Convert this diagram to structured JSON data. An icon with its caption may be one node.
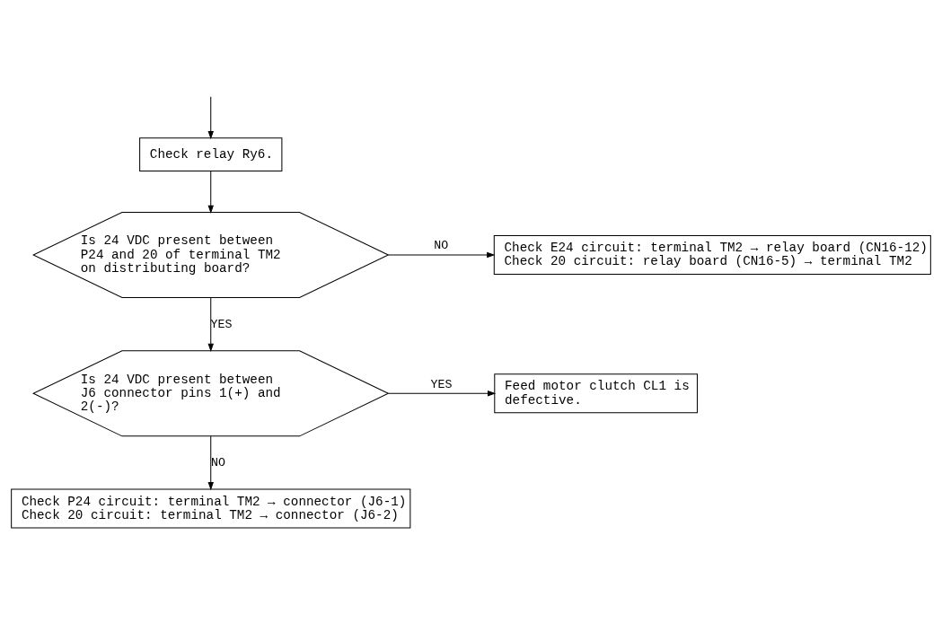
{
  "diagram": {
    "nodes": [
      {
        "text": [
          "Check relay Ry6."
        ]
      },
      {
        "text": [
          "Is 24 VDC present between P24 and 20 of terminal TM2 on distributing board?"
        ]
      },
      {
        "text": [
          "Check E24 circuit: terminal TM2 → relay board (CN16-12)",
          "Check 20 circuit: relay board (CN16-5) → terminal TM2"
        ]
      },
      {
        "text": [
          "Is 24 VDC present between J6 connector pins 1(+) and 2(-)?"
        ]
      },
      {
        "text": [
          "Feed motor clutch CL1 is defective."
        ]
      },
      {
        "text": [
          "Check P24 circuit: terminal TM2 → connector (J6-1)",
          "Check 20 circuit: terminal TM2 → connector (J6-2)"
        ]
      }
    ],
    "edges": [
      {
        "from": null,
        "to": 0,
        "arrow": "to"
      },
      {
        "from": 0,
        "to": 1,
        "arrow": "to"
      },
      {
        "from": 1,
        "to": 2,
        "label": "NO",
        "arrow": "to"
      },
      {
        "from": 1,
        "to": 3,
        "label": "YES",
        "arrow": "to"
      },
      {
        "from": 3,
        "to": 4,
        "label": "YES",
        "arrow": "to"
      },
      {
        "from": 3,
        "to": 5,
        "label": "NO",
        "arrow": "to"
      }
    ]
  }
}
